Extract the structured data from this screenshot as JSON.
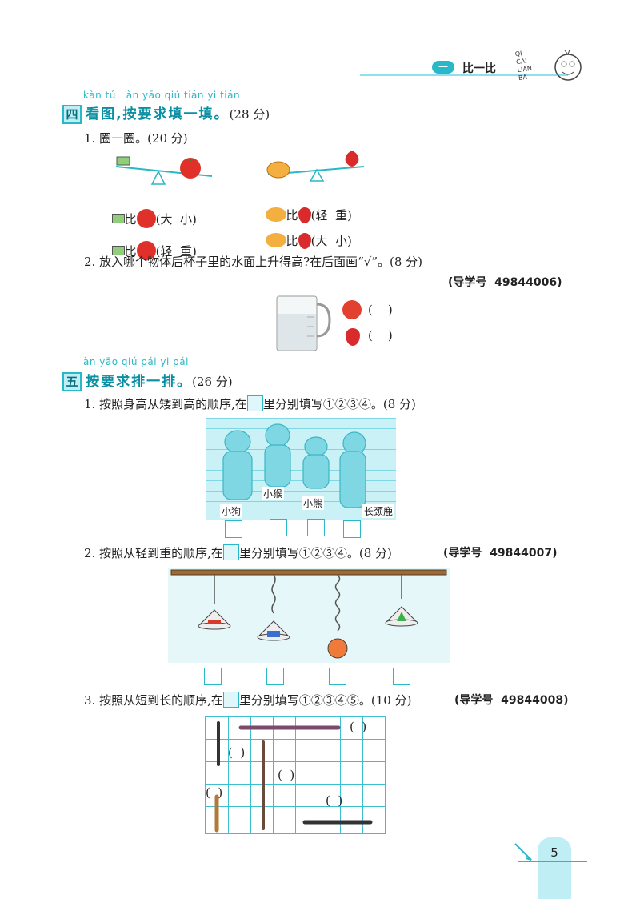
{
  "header": {
    "chapter_label": "一",
    "chapter_title": "比一比",
    "logo_text": [
      "QI",
      "CAI",
      "LIAN",
      "BA"
    ]
  },
  "section4": {
    "pinyin": "kàn tú   àn yāo qiú tián yi tián",
    "number": "四",
    "title": "看图,按要求填一填。",
    "score": "(28 分)",
    "q1": {
      "text": "1. 圈一圈。(20 分)",
      "left_rows": [
        {
          "cmp": "比",
          "options": "(大  小)"
        },
        {
          "cmp": "比",
          "options": "(轻  重)"
        }
      ],
      "right_rows": [
        {
          "cmp": "比",
          "options": "(轻  重)"
        },
        {
          "cmp": "比",
          "options": "(大  小)"
        }
      ]
    },
    "q2": {
      "text": "2. 放入哪个物体后杯子里的水面上升得高?在后面画“√”。(8 分)",
      "ref": "(导学号  49844006)",
      "paren1": "(    )",
      "paren2": "(    )"
    }
  },
  "section5": {
    "pinyin": "àn yāo qiú pái yi pái",
    "number": "五",
    "title": "按要求排一排。",
    "score": "(26 分)",
    "q1": {
      "text_before": "1. 按照身高从矮到高的顺序,在",
      "text_after": "里分别填写①②③④。(8 分)",
      "labels": [
        "小狗",
        "小猴",
        "小熊",
        "长颈鹿"
      ]
    },
    "q2": {
      "text_before": "2. 按照从轻到重的顺序,在",
      "text_after": "里分别填写①②③④。(8 分)",
      "ref": "(导学号  49844007)"
    },
    "q3": {
      "text_before": "3. 按照从短到长的顺序,在",
      "text_after": "里分别填写①②③④⑤。(10 分)",
      "ref": "(导学号  49844008)",
      "paren": "(  )"
    }
  },
  "footer": {
    "page_number": "5"
  },
  "colors": {
    "accent": "#29b8c8",
    "accent_light": "#bfeff5"
  }
}
